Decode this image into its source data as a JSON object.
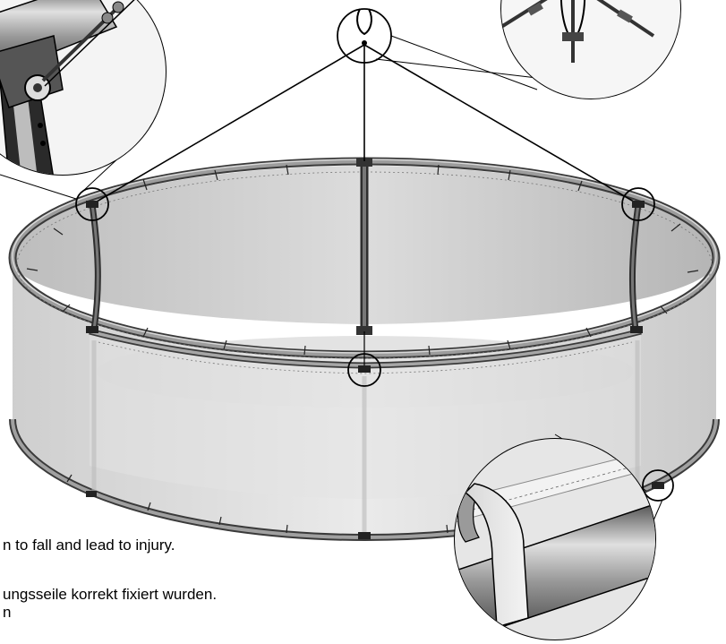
{
  "captions": {
    "line1": "n to fall and lead to injury.",
    "line2": "ungsseile korrekt fixiert wurden.",
    "line3": "n"
  },
  "colors": {
    "rim": "#6b6b6b",
    "rim_highlight": "#b8b8b8",
    "net_fill": "#d6d6d6",
    "net_inner": "#bfbfbf",
    "line": "#000000",
    "pole": "#555555"
  },
  "icons": {
    "detail_top_left": "carabiner-shackle-detail",
    "detail_top_center": "hanging-ring-detail",
    "detail_top_right": "rope-knot-detail",
    "detail_bottom_right": "velcro-strap-detail"
  }
}
